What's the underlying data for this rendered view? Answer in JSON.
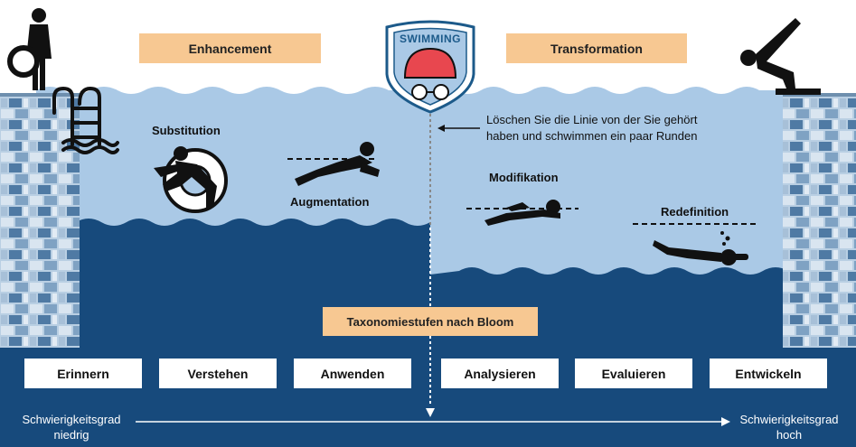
{
  "header": {
    "enhancement": "Enhancement",
    "transformation": "Transformation",
    "badge": "SWIMMING"
  },
  "stages": {
    "substitution": "Substitution",
    "augmentation": "Augmentation",
    "modifikation": "Modifikation",
    "redefinition": "Redefinition"
  },
  "note": {
    "line1": "Löschen Sie die Linie von der Sie gehört",
    "line2": "haben und schwimmen ein paar Runden"
  },
  "bloom": {
    "title": "Taxonomiestufen nach Bloom",
    "levels": [
      "Erinnern",
      "Verstehen",
      "Anwenden",
      "Analysieren",
      "Evaluieren",
      "Entwickeln"
    ]
  },
  "difficulty": {
    "low_line1": "Schwierigkeitsgrad",
    "low_line2": "niedrig",
    "high_line1": "Schwierigkeitsgrad",
    "high_line2": "hoch"
  },
  "colors": {
    "deep_water": "#174a7c",
    "shallow_water": "#aac9e6",
    "label_bg": "#f7c892",
    "badge_cap": "#e8474f",
    "badge_text": "#1c5a8a"
  }
}
